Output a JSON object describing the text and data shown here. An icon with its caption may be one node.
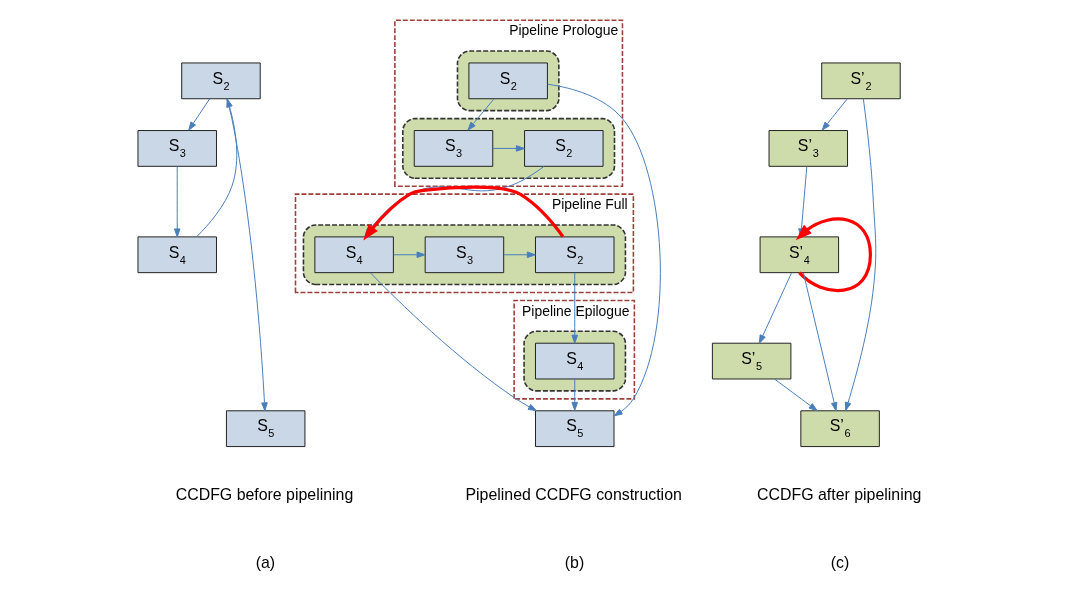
{
  "diagram": {
    "nodes": [
      {
        "text": [
          "S$_{2}$"
        ]
      },
      {
        "text": [
          "S$_{3}$"
        ]
      },
      {
        "text": [
          "S$_{4}$"
        ]
      },
      {
        "text": [
          "S$_{5}$"
        ]
      },
      {
        "text": [
          "Pipeline Prologue"
        ]
      },
      {
        "text": [],
        "shape": "box",
        "in": 4
      },
      {
        "text": [
          "S$_{2}$"
        ],
        "in": 5
      },
      {
        "text": [],
        "shape": "box",
        "in": 4
      },
      {
        "text": [
          "S$_{3}$"
        ],
        "in": 7
      },
      {
        "text": [
          "S$_{2}$"
        ],
        "in": 7
      },
      {
        "text": [
          "Pipeline Full"
        ]
      },
      {
        "text": [],
        "shape": "box",
        "in": 10
      },
      {
        "text": [
          "S$_{4}$"
        ],
        "in": 11
      },
      {
        "text": [
          "S$_{3}$"
        ],
        "in": 11
      },
      {
        "text": [
          "S$_{2}$"
        ],
        "in": 11
      },
      {
        "text": [
          "Pipeline Epilogue"
        ]
      },
      {
        "text": [],
        "shape": "box",
        "in": 15
      },
      {
        "text": [
          "S$_{4}$"
        ],
        "in": 16
      },
      {
        "text": [
          "S$_{5}$"
        ]
      },
      {
        "text": [
          "S’$_{2}$"
        ]
      },
      {
        "text": [
          "S’$_{3}$"
        ]
      },
      {
        "text": [
          "S’$_{4}$"
        ]
      },
      {
        "text": [
          "S’$_{5}$"
        ]
      },
      {
        "text": [
          "S’$_{6}$"
        ]
      }
    ],
    "edges": [
      {
        "from": 0,
        "to": 1,
        "arrow": "to"
      },
      {
        "from": 1,
        "to": 2,
        "arrow": "to"
      },
      {
        "from": 2,
        "to": 0,
        "arrow": "to"
      },
      {
        "from": 0,
        "to": 3,
        "arrow": "to"
      },
      {
        "from": 6,
        "to": 8,
        "arrow": "to"
      },
      {
        "from": 8,
        "to": 9,
        "arrow": "to"
      },
      {
        "from": 9,
        "to": 12,
        "arrow": "to"
      },
      {
        "from": 12,
        "to": 13,
        "arrow": "to"
      },
      {
        "from": 13,
        "to": 14,
        "arrow": "to"
      },
      {
        "from": 14,
        "to": 12,
        "arrow": "to",
        "style": "thick",
        "color": "#ff0000"
      },
      {
        "from": 14,
        "to": 17,
        "arrow": "to"
      },
      {
        "from": 17,
        "to": 18,
        "arrow": "to"
      },
      {
        "from": 6,
        "to": 18,
        "arrow": "to"
      },
      {
        "from": 12,
        "to": 18,
        "arrow": "to"
      },
      {
        "from": 19,
        "to": 20,
        "arrow": "to"
      },
      {
        "from": 20,
        "to": 21,
        "arrow": "to"
      },
      {
        "from": 21,
        "to": 21,
        "arrow": "to",
        "style": "thick",
        "color": "#ff0000"
      },
      {
        "from": 21,
        "to": 22,
        "arrow": "to"
      },
      {
        "from": 22,
        "to": 23,
        "arrow": "to"
      },
      {
        "from": 19,
        "to": 23,
        "arrow": "to"
      },
      {
        "from": 21,
        "to": 23,
        "arrow": "to"
      }
    ],
    "labels": [
      "CCDFG before pipelining",
      "Pipelined CCDFG construction",
      "CCDFG after pipelining",
      "(a)",
      "(b)",
      "(c)"
    ]
  }
}
